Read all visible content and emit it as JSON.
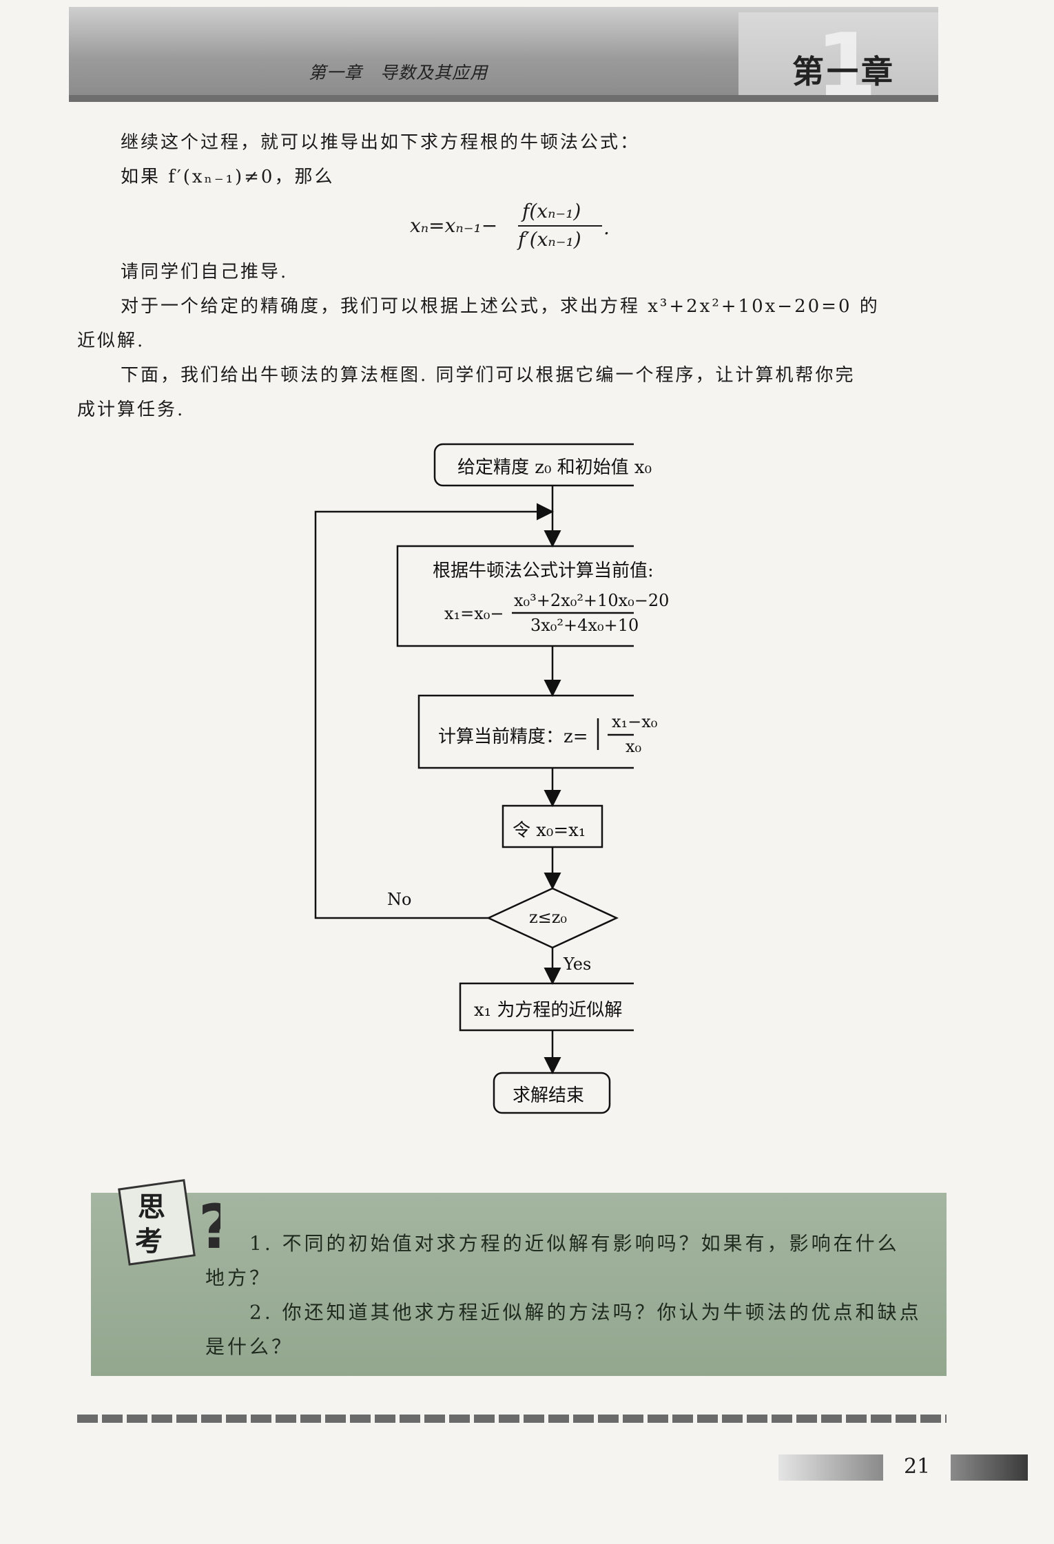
{
  "header": {
    "chapter_title": "第一章　导数及其应用",
    "chapter_badge": "第一章",
    "chapter_number": "1"
  },
  "body": {
    "line1": "继续这个过程，就可以推导出如下求方程根的牛顿法公式：",
    "line2": "如果 f′(xₙ₋₁)≠0，那么",
    "formula_lhs": "xₙ=xₙ₋₁−",
    "formula_num": "f(xₙ₋₁)",
    "formula_den": "f′(xₙ₋₁)",
    "formula_end": ".",
    "line3": "请同学们自己推导.",
    "line4": "对于一个给定的精确度，我们可以根据上述公式，求出方程 x³+2x²+10x−20=0 的",
    "line5": "近似解.",
    "line6": "下面，我们给出牛顿法的算法框图. 同学们可以根据它编一个程序，让计算机帮你完",
    "line7": "成计算任务."
  },
  "flowchart": {
    "start": "给定精度 z₀ 和初始值 x₀",
    "step1_title": "根据牛顿法公式计算当前值:",
    "step1_lhs": "x₁=x₀−",
    "step1_num": "x₀³+2x₀²+10x₀−20",
    "step1_den": "3x₀²+4x₀+10",
    "step2_label": "计算当前精度：z=",
    "step2_num": "x₁−x₀",
    "step2_den": "x₀",
    "step3": "令 x₀=x₁",
    "decision": "z≤z₀",
    "no_label": "No",
    "yes_label": "Yes",
    "result": "x₁ 为方程的近似解",
    "end": "求解结束"
  },
  "think": {
    "icon_text_top": "思",
    "icon_text_bottom": "考",
    "icon_mark": "?",
    "q1_line1": "1. 不同的初始值对求方程的近似解有影响吗？如果有，影响在什么",
    "q1_line2": "地方？",
    "q2_line1": "2. 你还知道其他求方程近似解的方法吗？你认为牛顿法的优点和缺点",
    "q2_line2": "是什么？"
  },
  "footer": {
    "page_number": "21"
  }
}
